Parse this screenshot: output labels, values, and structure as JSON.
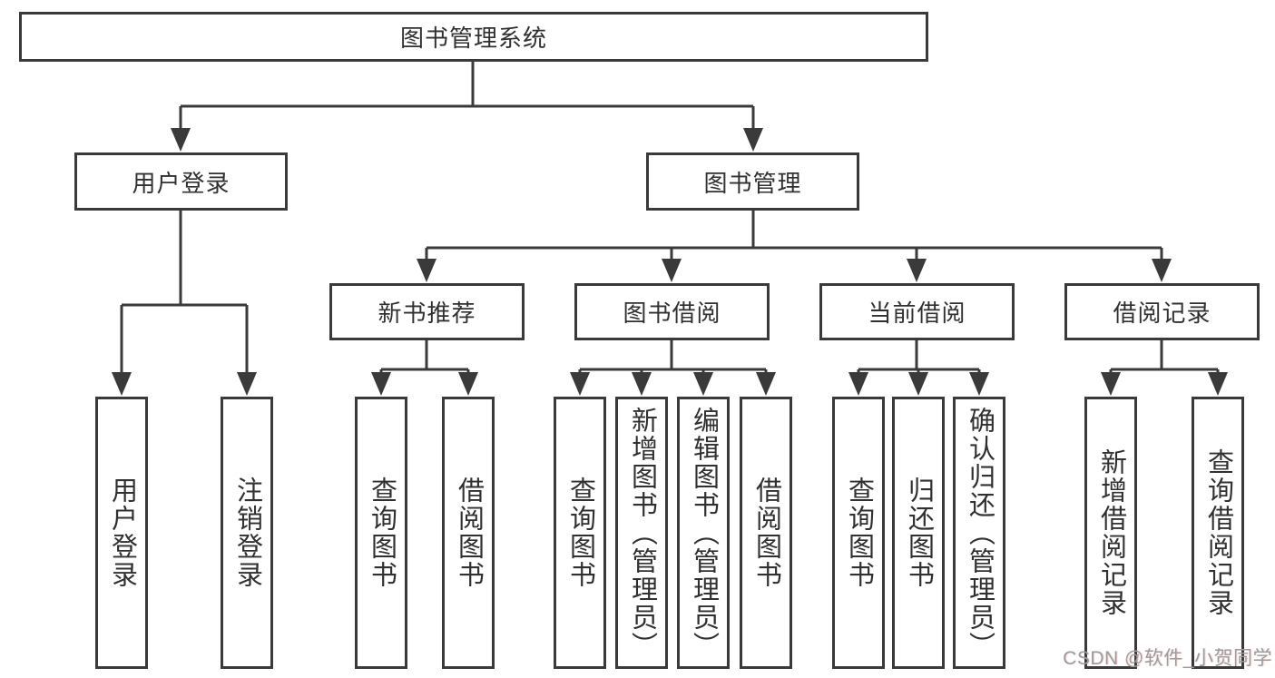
{
  "tree": {
    "root": "图书管理系统",
    "children": [
      {
        "label": "用户登录",
        "children": [
          "用户登录",
          "注销登录"
        ]
      },
      {
        "label": "图书管理",
        "children": [
          {
            "label": "新书推荐",
            "children": [
              "查询图书",
              "借阅图书"
            ]
          },
          {
            "label": "图书借阅",
            "children": [
              "查询图书",
              "新增图书（管理员）",
              "编辑图书（管理员）",
              "借阅图书"
            ]
          },
          {
            "label": "当前借阅",
            "children": [
              "查询图书",
              "归还图书",
              "确认归还（管理员）"
            ]
          },
          {
            "label": "借阅记录",
            "children": [
              "新增借阅记录",
              "查询借阅记录"
            ]
          }
        ]
      }
    ]
  },
  "watermark": "CSDN @软件_小贺同学",
  "colors": {
    "line": "#3a3a3a",
    "text": "#303030",
    "watermark": "#9c9c9c",
    "background": "#ffffff"
  }
}
